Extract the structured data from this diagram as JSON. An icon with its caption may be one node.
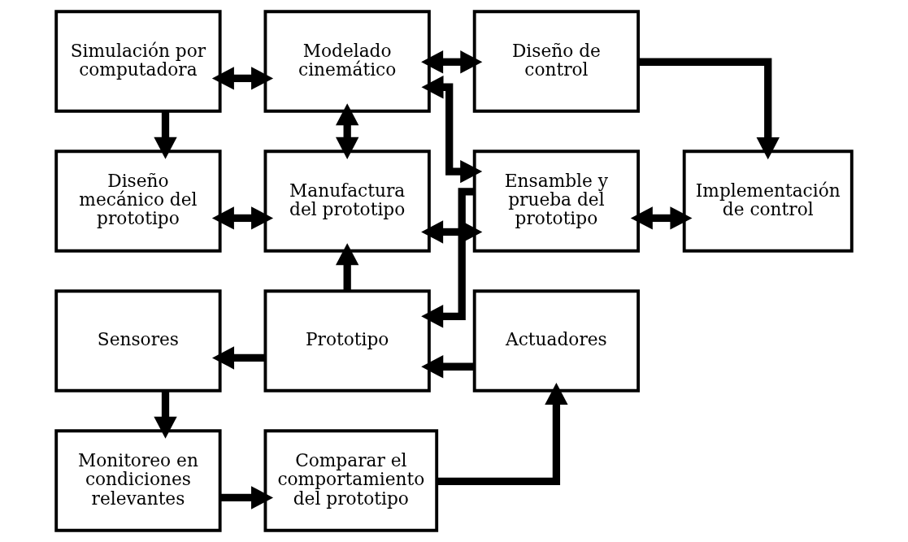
{
  "diagram": {
    "nodes": [
      {
        "text": [
          "Simulación por computadora"
        ]
      },
      {
        "text": [
          "Modelado cinemático"
        ]
      },
      {
        "text": [
          "Diseño de control"
        ]
      },
      {
        "text": [
          "Diseño mecánico del prototipo"
        ]
      },
      {
        "text": [
          "Manufactura del prototipo"
        ]
      },
      {
        "text": [
          "Ensamble y prueba del prototipo"
        ]
      },
      {
        "text": [
          "Implementación de control"
        ]
      },
      {
        "text": [
          "Sensores"
        ]
      },
      {
        "text": [
          "Prototipo"
        ]
      },
      {
        "text": [
          "Actuadores"
        ]
      },
      {
        "text": [
          "Monitoreo en condiciones relevantes"
        ]
      },
      {
        "text": [
          "Comparar el comportamiento del prototipo"
        ]
      }
    ],
    "edges": [
      {
        "from": 0,
        "to": 1,
        "arrow": "both"
      },
      {
        "from": 1,
        "to": 2,
        "arrow": "both"
      },
      {
        "from": 0,
        "to": 3,
        "arrow": "to"
      },
      {
        "from": 2,
        "to": 6,
        "arrow": "to"
      },
      {
        "from": 3,
        "to": 4,
        "arrow": "both"
      },
      {
        "from": 4,
        "to": 1,
        "arrow": "both"
      },
      {
        "from": 5,
        "to": 1,
        "arrow": "both"
      },
      {
        "from": 4,
        "to": 5,
        "arrow": "both"
      },
      {
        "from": 5,
        "to": 6,
        "arrow": "both"
      },
      {
        "from": 5,
        "to": 8,
        "arrow": "to"
      },
      {
        "from": 8,
        "to": 4,
        "arrow": "to"
      },
      {
        "from": 8,
        "to": 7,
        "arrow": "to"
      },
      {
        "from": 9,
        "to": 8,
        "arrow": "to"
      },
      {
        "from": 7,
        "to": 10,
        "arrow": "to"
      },
      {
        "from": 10,
        "to": 11,
        "arrow": "to"
      },
      {
        "from": 11,
        "to": 9,
        "arrow": "to"
      }
    ]
  }
}
